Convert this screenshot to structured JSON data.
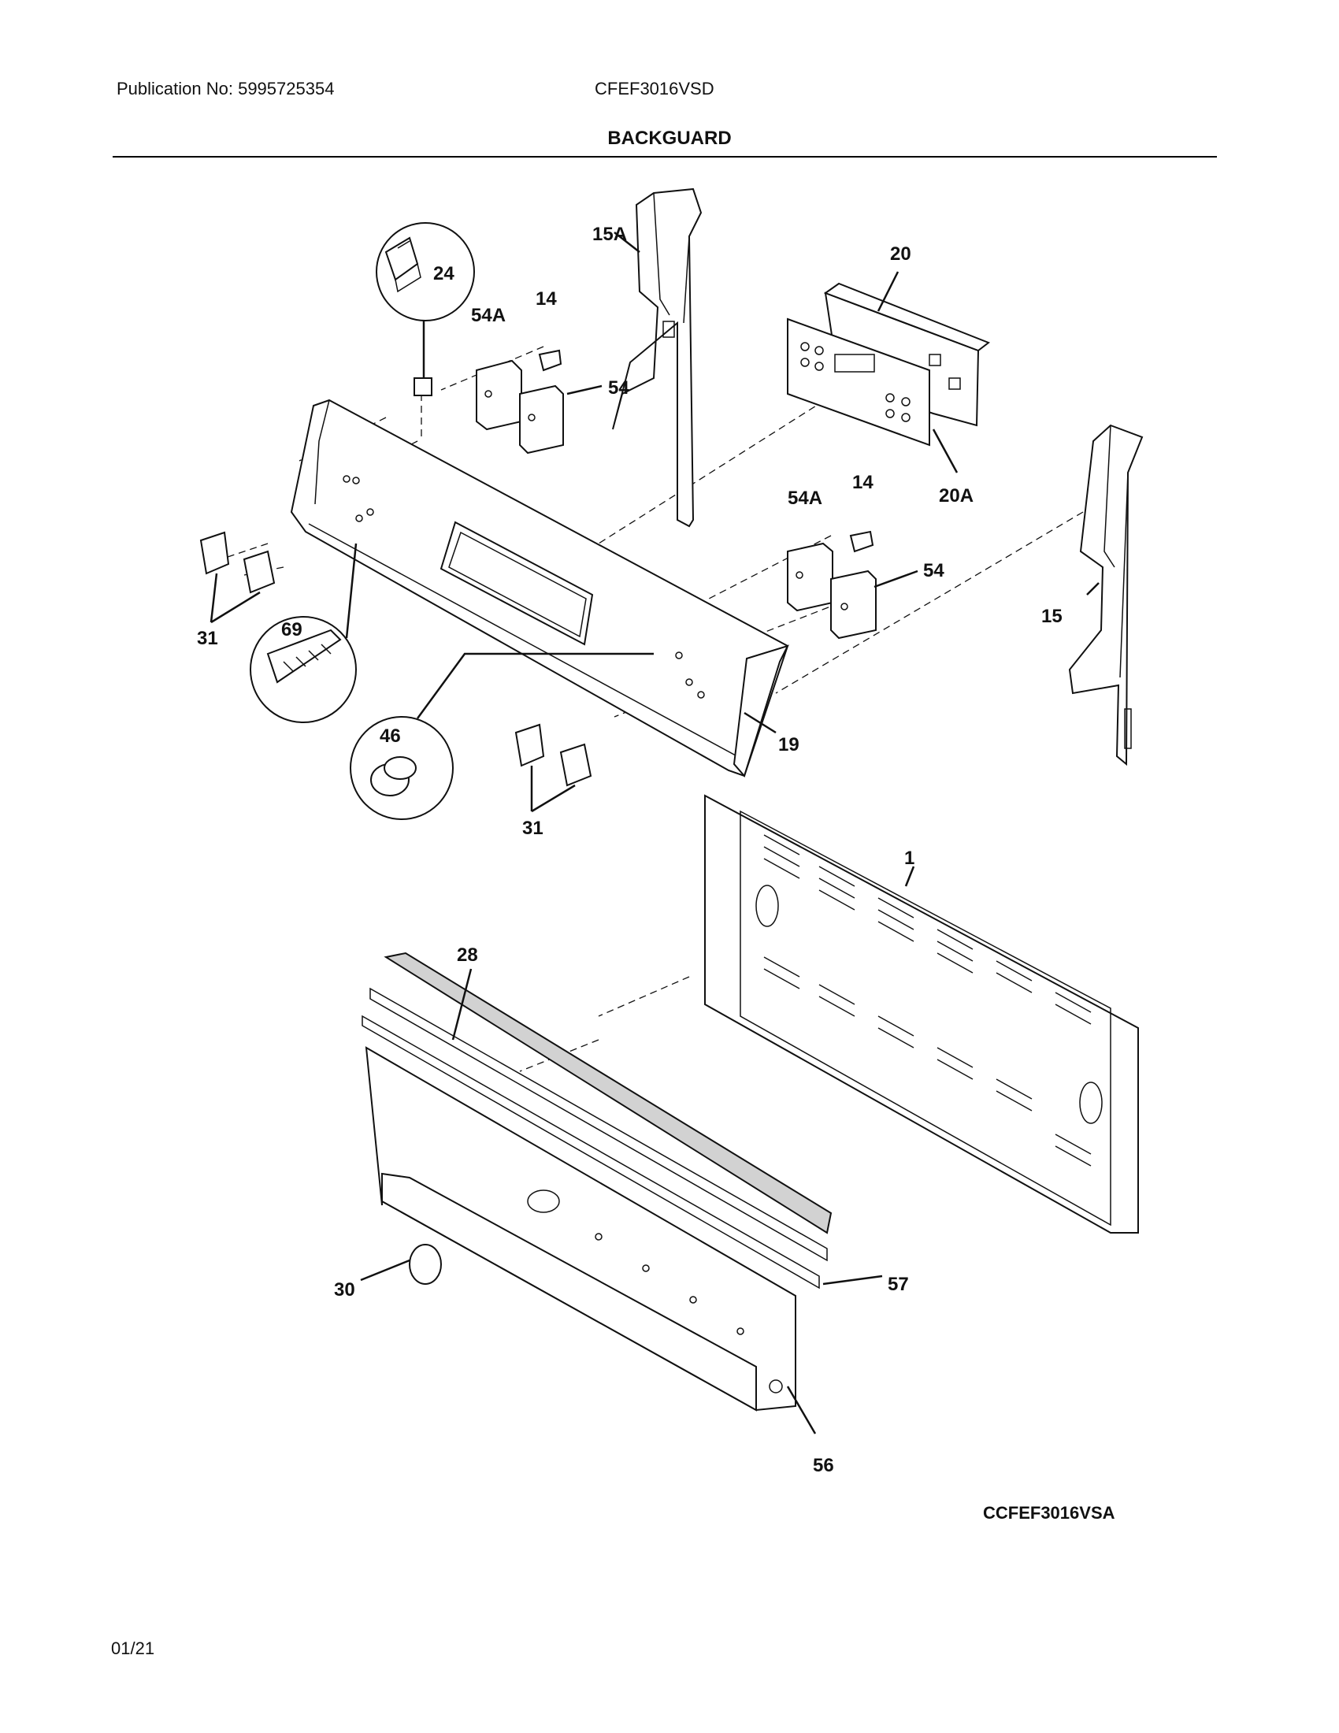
{
  "header": {
    "publication": "Publication No: 5995725354",
    "model": "CFEF3016VSD",
    "section_title": "BACKGUARD"
  },
  "diagram": {
    "callouts": {
      "c24": "24",
      "c54a_left": "54A",
      "c14_left": "14",
      "c54_left": "54",
      "c15a": "15A",
      "c20": "20",
      "c20a": "20A",
      "c54a_right": "54A",
      "c14_right": "14",
      "c54_right": "54",
      "c15": "15",
      "c31_left": "31",
      "c69": "69",
      "c46": "46",
      "c19": "19",
      "c31_right": "31",
      "c1": "1",
      "c28": "28",
      "c30": "30",
      "c57": "57",
      "c56": "56"
    }
  },
  "footer": {
    "diagram_code": "CCFEF3016VSA",
    "page_date": "01/21"
  }
}
